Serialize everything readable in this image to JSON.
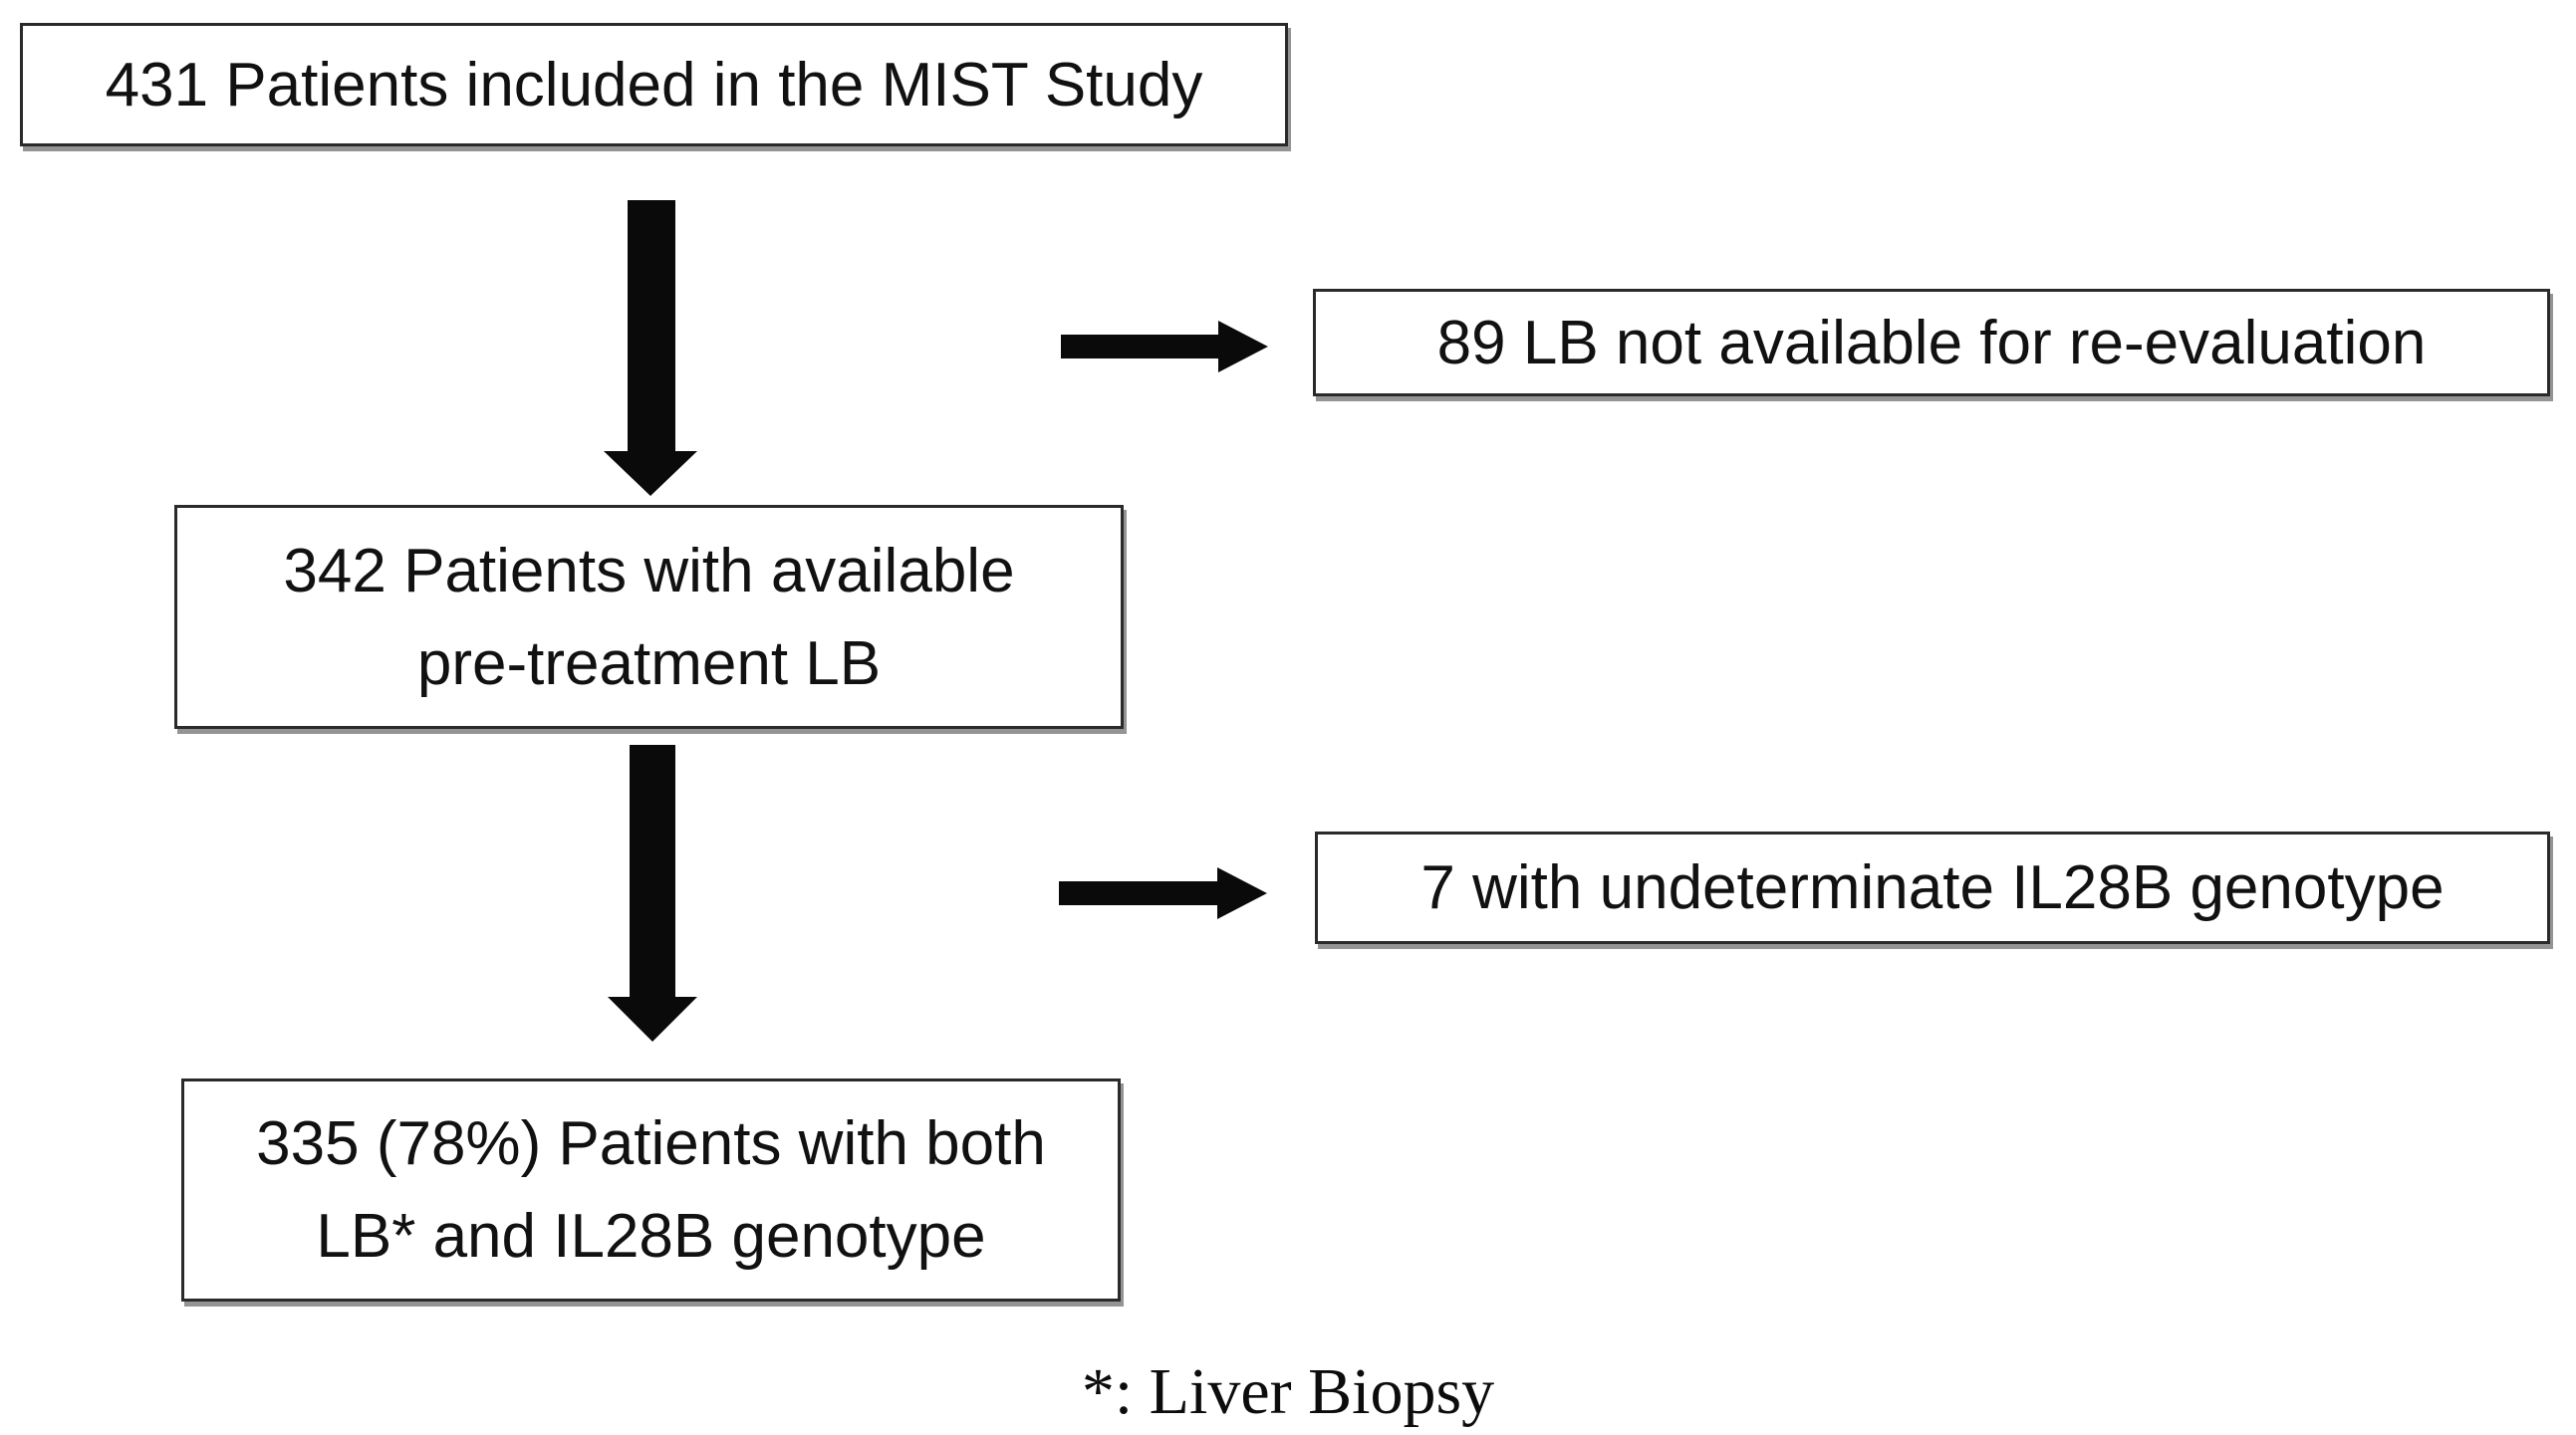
{
  "flow": {
    "box_431": {
      "text": "431 Patients included in the MIST Study"
    },
    "box_89": {
      "text": "89 LB not available for re-evaluation"
    },
    "box_342": {
      "line1": "342 Patients with available",
      "line2": "pre-treatment LB"
    },
    "box_7": {
      "text": "7 with undeterminate IL28B genotype"
    },
    "box_335": {
      "line1": "335 (78%) Patients with both",
      "line2": "LB* and IL28B genotype"
    },
    "footnote": "*: Liver Biopsy"
  },
  "colors": {
    "background": "#ffffff",
    "box_border": "#2a2a2a",
    "box_shadow": "#949494",
    "arrow": "#0a0a0a",
    "text": "#111111"
  }
}
